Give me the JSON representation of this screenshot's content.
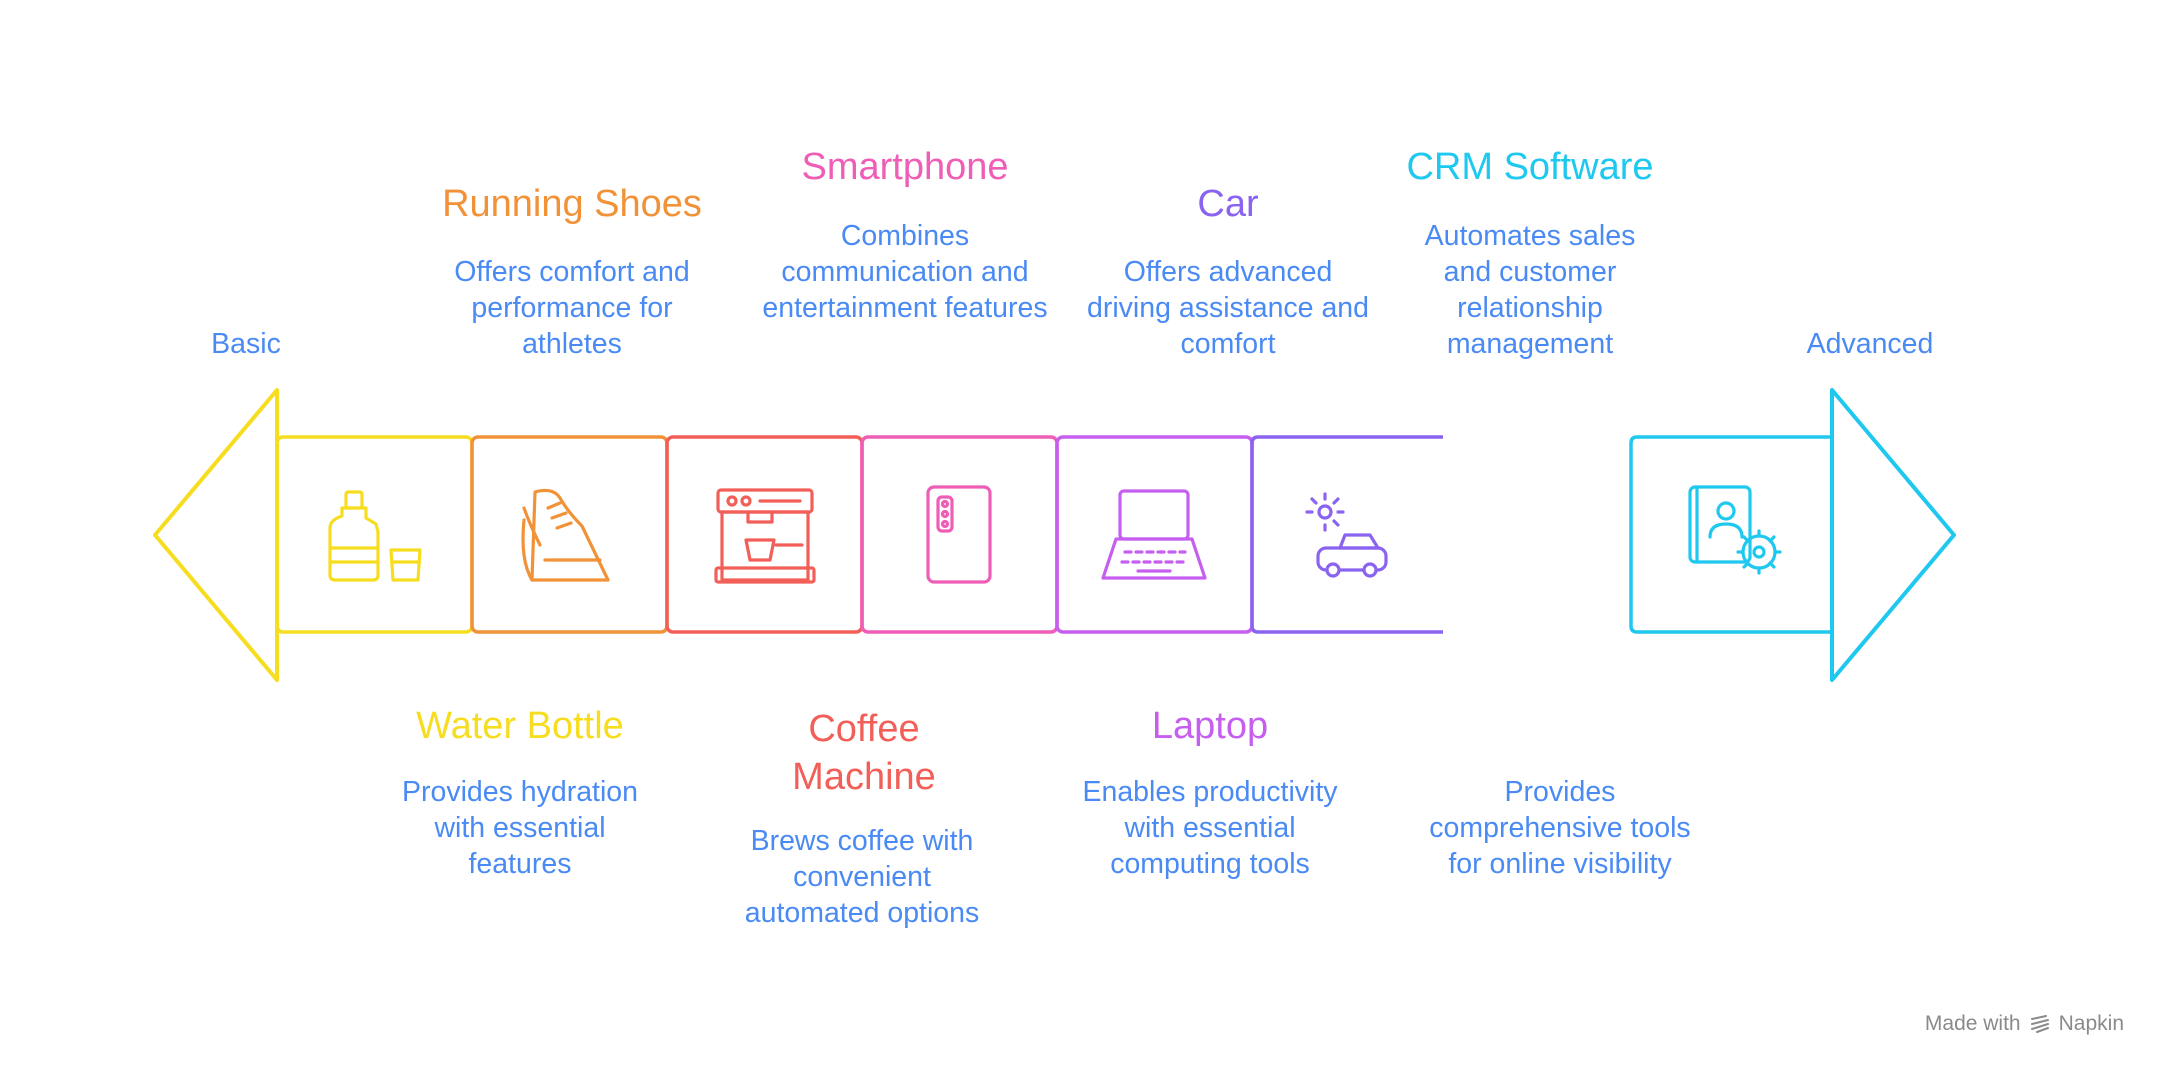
{
  "labels": {
    "left": "Basic",
    "right": "Advanced"
  },
  "items": [
    {
      "title": "Water Bottle",
      "description": "Provides hydration with essential features",
      "color": "#f7dd1f",
      "icon": "water-bottle-icon"
    },
    {
      "title": "Running Shoes",
      "description": "Offers comfort and performance for athletes",
      "color": "#f29238",
      "icon": "running-shoe-icon"
    },
    {
      "title": "Coffee Machine",
      "description": "Brews coffee with convenient automated options",
      "color": "#f25f58",
      "icon": "coffee-machine-icon"
    },
    {
      "title": "Smartphone",
      "description": "Combines communication and entertainment features",
      "color": "#ef5eb6",
      "icon": "smartphone-icon"
    },
    {
      "title": "Laptop",
      "description": "Enables productivity with essential computing tools",
      "color": "#c65ff0",
      "icon": "laptop-icon"
    },
    {
      "title": "Car",
      "description": "Offers advanced driving assistance and comfort",
      "color": "#8a63f0",
      "icon": "car-icon"
    },
    {
      "title": "",
      "description": "Provides comprehensive tools for online visibility",
      "color": "#8a63f0",
      "icon": ""
    },
    {
      "title": "CRM Software",
      "description": "Automates sales and customer relationship management",
      "color": "#1ec8ef",
      "icon": "crm-software-icon"
    }
  ],
  "footer": {
    "text": "Made with",
    "brand": "Napkin"
  }
}
